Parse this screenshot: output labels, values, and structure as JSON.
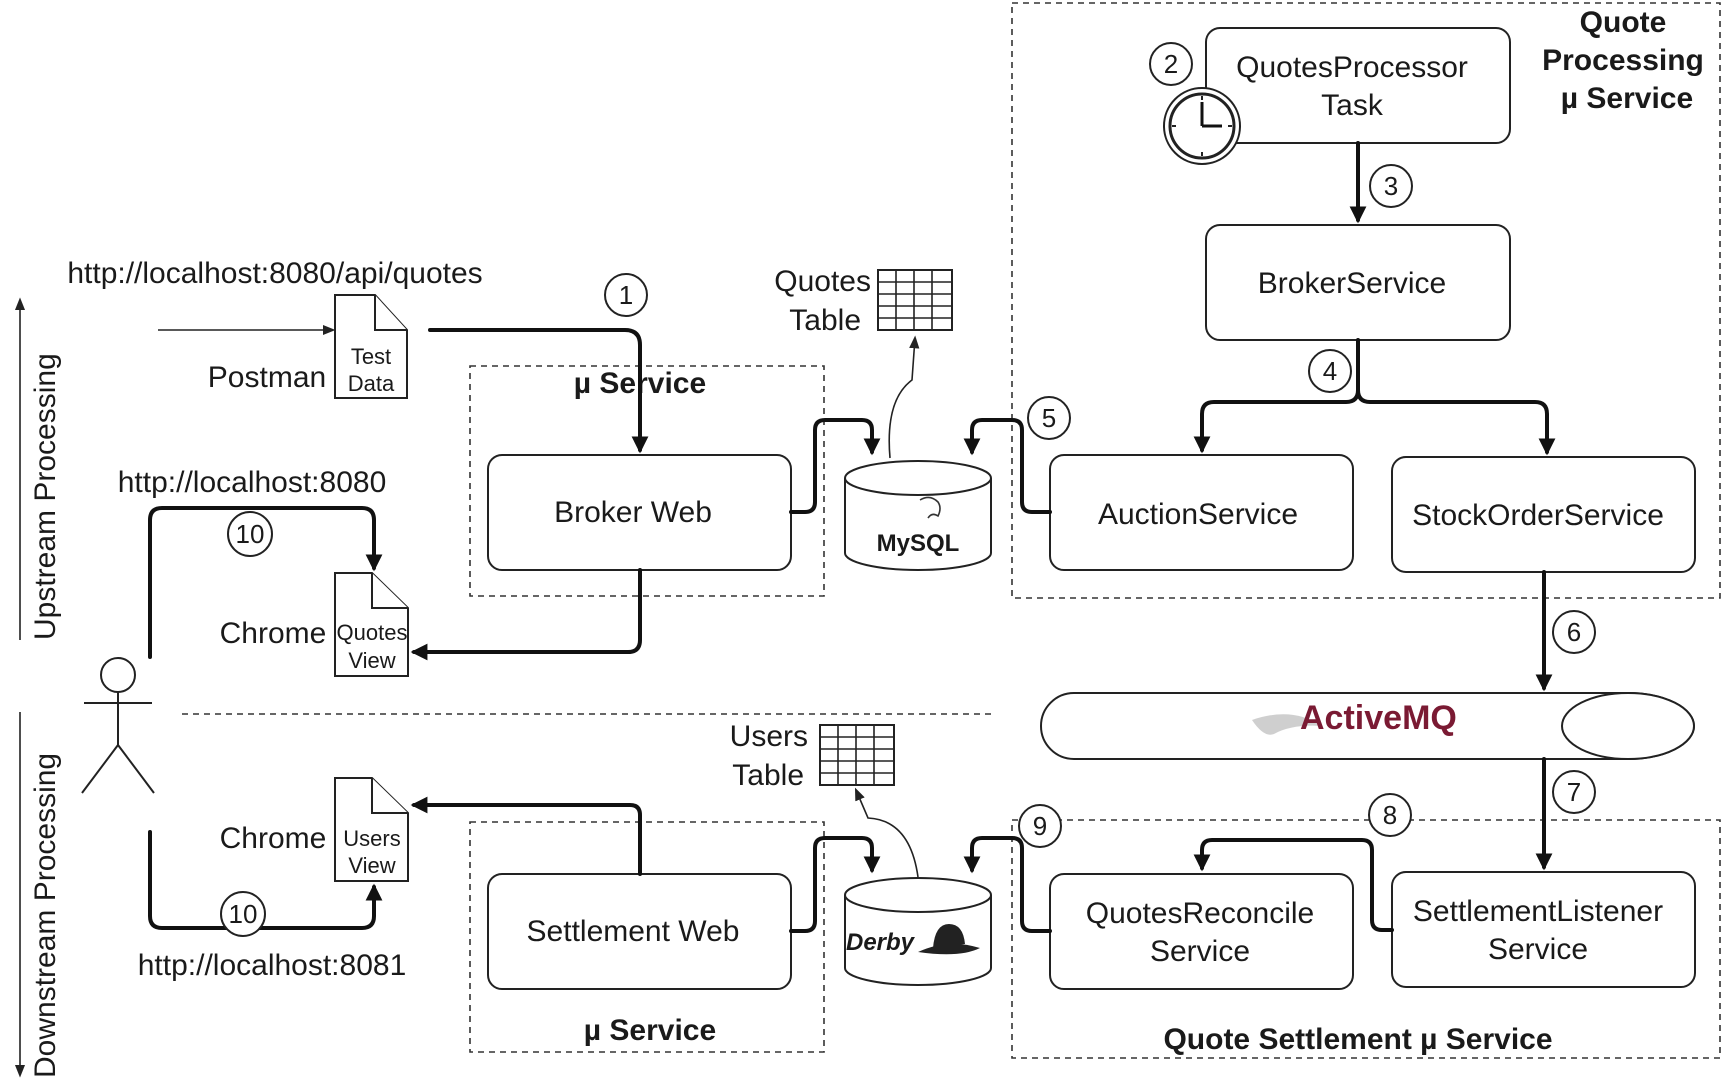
{
  "side_labels": {
    "upstream": "Upstream Processing",
    "downstream": "Downstream Processing"
  },
  "groups": {
    "quote_processing": [
      "Quote",
      "Processing",
      "µ Service"
    ],
    "broker_micro": "µ Service",
    "settlement_micro": "µ Service",
    "quote_settlement": "Quote Settlement µ Service"
  },
  "components": {
    "quotes_processor": [
      "QuotesProcessor",
      "Task"
    ],
    "broker_service": "BrokerService",
    "auction_service": "AuctionService",
    "stock_order_service": "StockOrderService",
    "broker_web": "Broker Web",
    "settlement_web": "Settlement Web",
    "quotes_reconcile": [
      "QuotesReconcile",
      "Service"
    ],
    "settlement_listener": [
      "SettlementListener",
      "Service"
    ]
  },
  "databases": {
    "mysql": "MySQL",
    "derby": "Derby"
  },
  "queue": {
    "brand_a": "Active",
    "brand_b": "MQ"
  },
  "tables": {
    "quotes": [
      "Quotes",
      "Table"
    ],
    "users": [
      "Users",
      "Table"
    ]
  },
  "documents": {
    "test_data": [
      "Test",
      "Data"
    ],
    "quotes_view": [
      "Quotes",
      "View"
    ],
    "users_view": [
      "Users",
      "View"
    ]
  },
  "clients": {
    "postman": "Postman",
    "chrome_upper": "Chrome",
    "chrome_lower": "Chrome"
  },
  "urls": {
    "api_quotes": "http://localhost:8080/api/quotes",
    "broker": "http://localhost:8080",
    "settlement": "http://localhost:8081"
  },
  "steps": {
    "s1": "1",
    "s2": "2",
    "s3": "3",
    "s4": "4",
    "s5": "5",
    "s6": "6",
    "s7": "7",
    "s8": "8",
    "s9": "9",
    "s10a": "10",
    "s10b": "10"
  },
  "colors": {
    "activemq": "#7a1a33"
  }
}
